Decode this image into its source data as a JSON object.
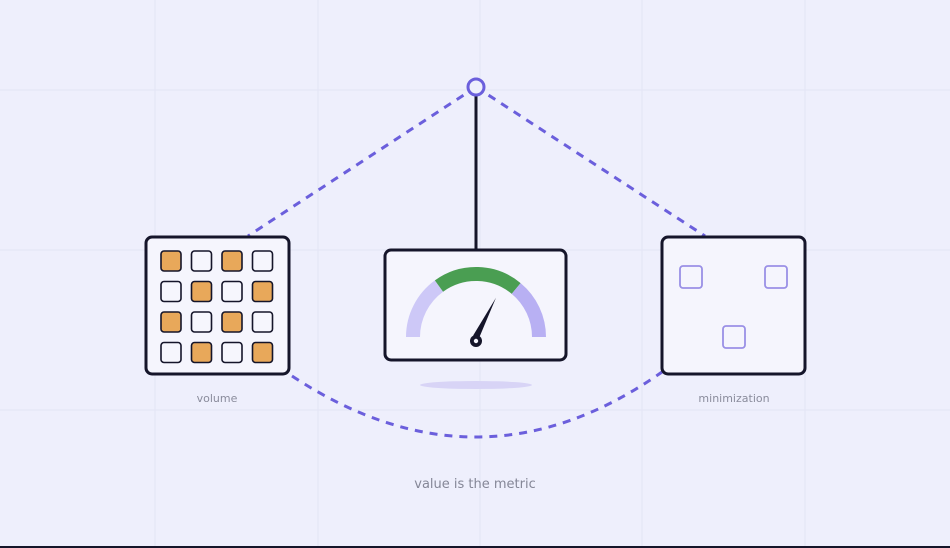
{
  "labels": {
    "left_panel": "volume",
    "right_panel": "minimization",
    "caption": "value is the metric"
  },
  "gauge": {
    "level": 0.65,
    "colors": {
      "track": "#cdc8f7",
      "track_high": "#b8b0f3",
      "good_band": "#4a9e52",
      "needle": "#15152a"
    }
  },
  "volume_grid": {
    "rows": 4,
    "cols": 4,
    "filled": [
      [
        1,
        0,
        1,
        0
      ],
      [
        0,
        1,
        0,
        1
      ],
      [
        1,
        0,
        1,
        0
      ],
      [
        0,
        1,
        0,
        1
      ]
    ],
    "colors": {
      "filled": "#e8a85a",
      "empty": "#f6f6fd",
      "stroke": "#15152a"
    }
  },
  "minimization_squares": {
    "count": 3,
    "color": "#9a90e6"
  },
  "colors": {
    "background": "#eeeffc",
    "panel_fill": "#f5f5fd",
    "panel_stroke": "#15152a",
    "dashed_line": "#6b5fdc",
    "pivot": "#6b5fdc"
  }
}
